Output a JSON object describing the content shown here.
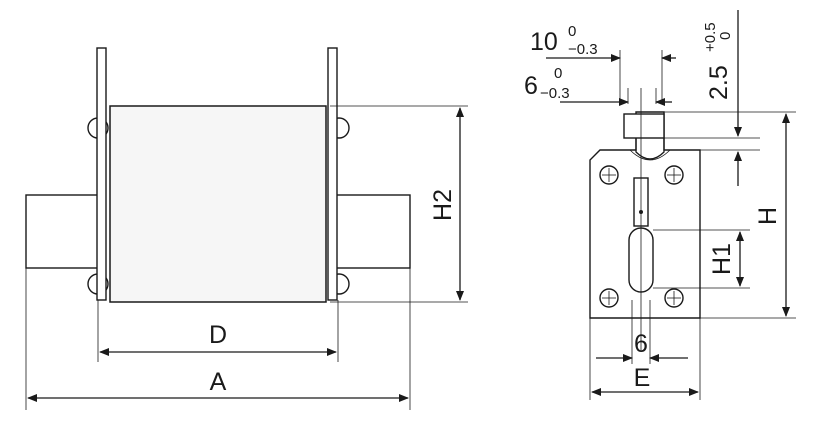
{
  "labels": {
    "H2": "H2",
    "D": "D",
    "A": "A",
    "H": "H",
    "H1": "H1",
    "E": "E",
    "six_bottom": "6",
    "dim_10_main": "10",
    "dim_10_upper": "0",
    "dim_10_lower": "−0.3",
    "dim_6_main": "6",
    "dim_6_upper": "0",
    "dim_6_lower": "−0.3",
    "dim_25_main": "2.5",
    "dim_25_upper": "+0.5",
    "dim_25_lower": "0"
  }
}
